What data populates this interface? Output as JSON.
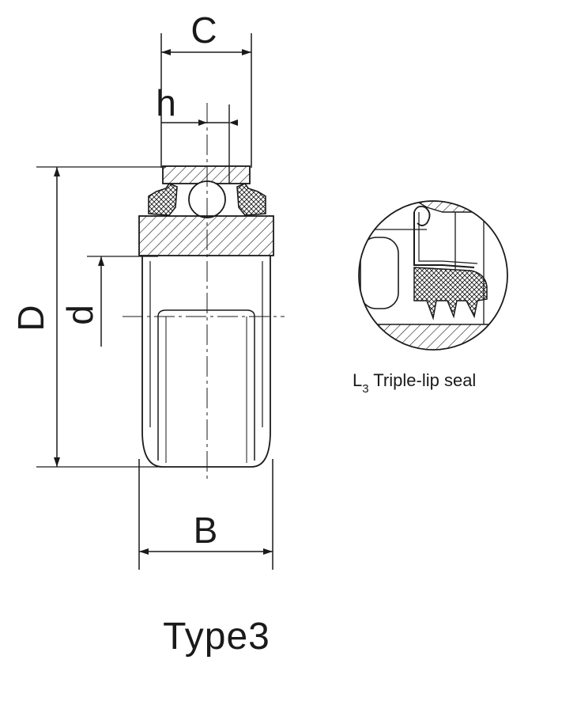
{
  "dimensions": {
    "C": "C",
    "h": "h",
    "D": "D",
    "d": "d",
    "B": "B"
  },
  "seal_detail": {
    "label_letter": "L",
    "label_subscript": "3",
    "label_rest": " Triple-lip seal"
  },
  "type_label": "Type3",
  "colors": {
    "line": "#1a1a1a",
    "seal_fill": "#888888",
    "background": "#ffffff"
  }
}
